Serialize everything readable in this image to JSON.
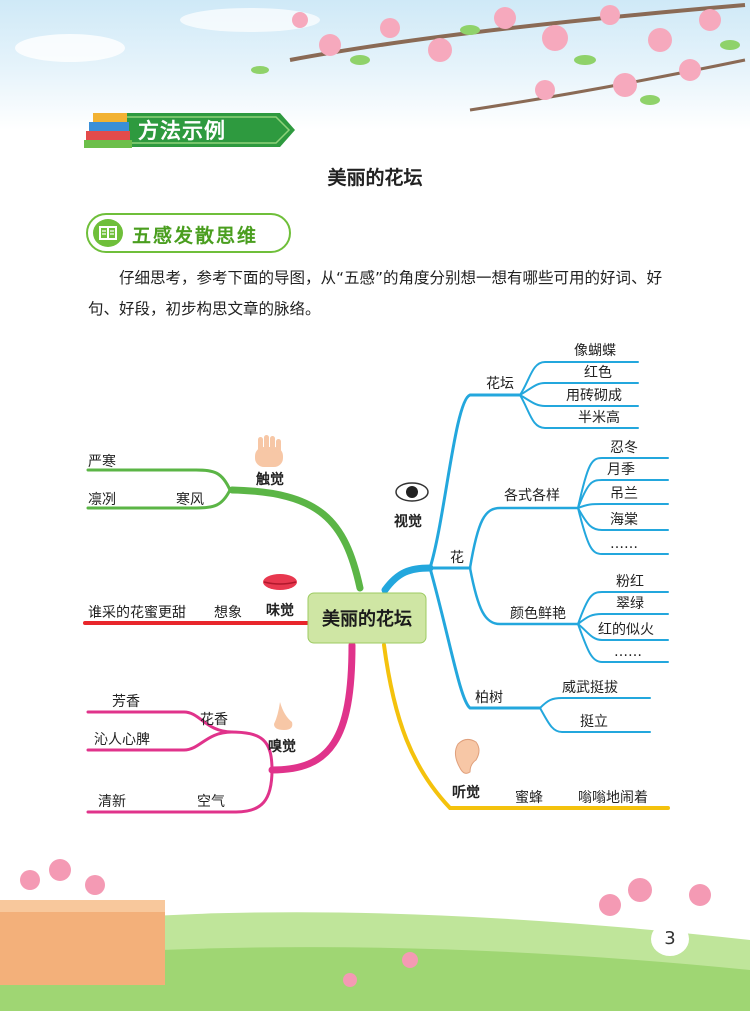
{
  "section_banner": "方法示例",
  "title": "美丽的花坛",
  "subsection": "五感发散思维",
  "intro": "仔细思考，参考下面的导图，从“五感”的角度分别想一想有哪些可用的好词、好句、好段，初步构思文章的脉络。",
  "page_number": "3",
  "mindmap": {
    "center": "美丽的花坛",
    "touch": {
      "label": "触觉",
      "items": [
        "严寒",
        "凛冽",
        "寒风"
      ]
    },
    "taste": {
      "label": "味觉",
      "items": [
        "谁采的花蜜更甜",
        "想象"
      ]
    },
    "smell": {
      "label": "嗅觉",
      "sub1": "花香",
      "sub1_items": [
        "芳香",
        "沁人心脾"
      ],
      "sub2_items": [
        "清新",
        "空气"
      ]
    },
    "sight": {
      "label": "视觉",
      "bed": {
        "label": "花坛",
        "items": [
          "像蝴蝶",
          "红色",
          "用砖砌成",
          "半米高"
        ]
      },
      "flower": {
        "label": "花",
        "variety": {
          "label": "各式各样",
          "items": [
            "忍冬",
            "月季",
            "吊兰",
            "海棠",
            "……"
          ]
        },
        "color": {
          "label": "颜色鲜艳",
          "items": [
            "粉红",
            "翠绿",
            "红的似火",
            "……"
          ]
        }
      },
      "cypress": {
        "label": "柏树",
        "items": [
          "威武挺拔",
          "挺立"
        ]
      }
    },
    "hearing": {
      "label": "听觉",
      "items": [
        "蜜蜂",
        "嗡嗡地闹着"
      ]
    }
  }
}
